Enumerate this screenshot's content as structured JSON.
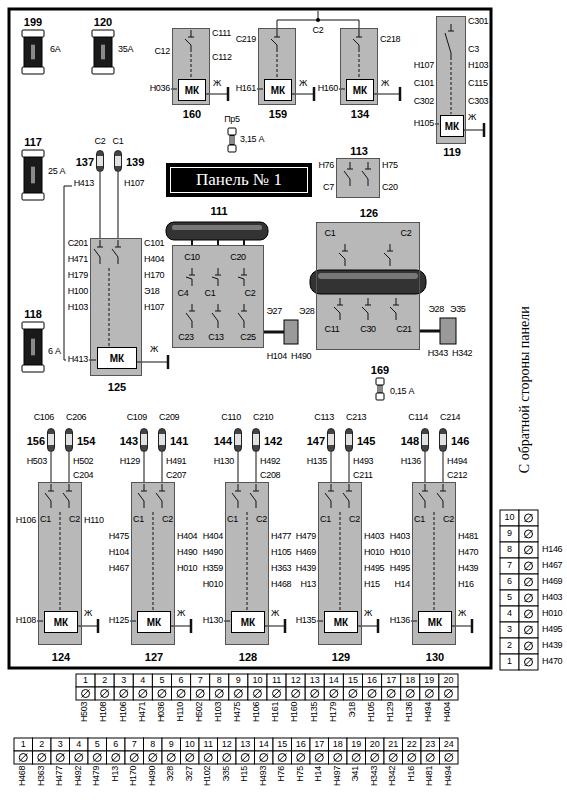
{
  "diagram": {
    "nodes": [
      {
        "text": [
          "160"
        ]
      },
      {
        "text": [
          "МК"
        ],
        "in": 0
      },
      {
        "text": [
          "159"
        ]
      },
      {
        "text": [
          "МК"
        ],
        "in": 2
      },
      {
        "text": [
          "134"
        ]
      },
      {
        "text": [
          "МК"
        ],
        "in": 4
      },
      {
        "text": [
          "119"
        ]
      },
      {
        "text": [
          "МК"
        ],
        "in": 6
      },
      {
        "text": [
          "Панель № 1"
        ]
      },
      {
        "text": [
          "113"
        ]
      },
      {
        "text": [
          "137"
        ]
      },
      {
        "text": [
          "139"
        ]
      },
      {
        "text": [
          "125"
        ]
      },
      {
        "text": [
          "МК"
        ],
        "in": 12
      },
      {
        "text": [
          "111"
        ]
      },
      {
        "text": [
          "126"
        ]
      },
      {
        "text": [
          "156"
        ]
      },
      {
        "text": [
          "154"
        ]
      },
      {
        "text": [
          "143"
        ]
      },
      {
        "text": [
          "141"
        ]
      },
      {
        "text": [
          "144"
        ]
      },
      {
        "text": [
          "142"
        ]
      },
      {
        "text": [
          "147"
        ]
      },
      {
        "text": [
          "145"
        ]
      },
      {
        "text": [
          "148"
        ]
      },
      {
        "text": [
          "146"
        ]
      },
      {
        "text": [
          "124"
        ]
      },
      {
        "text": [
          "МК"
        ],
        "in": 26
      },
      {
        "text": [
          "127"
        ]
      },
      {
        "text": [
          "МК"
        ],
        "in": 28
      },
      {
        "text": [
          "128"
        ]
      },
      {
        "text": [
          "МК"
        ],
        "in": 30
      },
      {
        "text": [
          "129"
        ]
      },
      {
        "text": [
          "МК"
        ],
        "in": 32
      },
      {
        "text": [
          "130"
        ]
      },
      {
        "text": [
          "МК"
        ],
        "in": 34
      }
    ],
    "edges": [
      {
        "from": 10,
        "to": 12,
        "arrow": "none"
      },
      {
        "from": 11,
        "to": 12,
        "arrow": "none"
      },
      {
        "from": 16,
        "to": 26,
        "arrow": "none"
      },
      {
        "from": 17,
        "to": 26,
        "arrow": "none"
      },
      {
        "from": 18,
        "to": 28,
        "arrow": "none"
      },
      {
        "from": 19,
        "to": 28,
        "arrow": "none"
      },
      {
        "from": 20,
        "to": 30,
        "arrow": "none"
      },
      {
        "from": 21,
        "to": 30,
        "arrow": "none"
      },
      {
        "from": 22,
        "to": 32,
        "arrow": "none"
      },
      {
        "from": 23,
        "to": 32,
        "arrow": "none"
      },
      {
        "from": 24,
        "to": 34,
        "arrow": "none"
      },
      {
        "from": 25,
        "to": 34,
        "arrow": "none"
      }
    ],
    "labels": [
      "199",
      "6А",
      "120",
      "35А",
      "117",
      "25 А",
      "118",
      "6 А",
      "С111",
      "С12",
      "С112",
      "Н036",
      "Ж",
      "С219",
      "Н161",
      "Ж",
      "С2",
      "С218",
      "Н160",
      "Ж",
      "С301",
      "С3",
      "Н107",
      "Н103",
      "С101",
      "С115",
      "С302",
      "С303",
      "Н105",
      "Ж",
      "Пр5",
      "3,15 А",
      "Н76",
      "Н75",
      "С7",
      "С20",
      "С2",
      "С1",
      "Н413",
      "Н107",
      "С201",
      "С101",
      "Н471",
      "Н404",
      "Н179",
      "Н170",
      "Н100",
      "Э18",
      "Н103",
      "Н107",
      "Н413",
      "Ж",
      "С10",
      "С20",
      "С4",
      "С1",
      "С2",
      "С23",
      "С13",
      "С25",
      "Э27",
      "Э28",
      "Н104",
      "Н490",
      "С1",
      "С2",
      "С11",
      "С30",
      "С21",
      "Э28",
      "Э35",
      "Н343",
      "Н342",
      "169",
      "0,15 А",
      "С106",
      "С206",
      "Н503",
      "Н502",
      "С204",
      "С1",
      "С2",
      "Н106",
      "Н110",
      "Н108",
      "Ж",
      "С109",
      "С209",
      "Н129",
      "Н491",
      "С207",
      "С1",
      "С2",
      "Н475",
      "Н404",
      "Н104",
      "Н490",
      "Н467",
      "Н010",
      "Н125",
      "Ж",
      "С110",
      "С210",
      "Н130",
      "Н492",
      "С208",
      "С1",
      "С2",
      "Н404",
      "Н477",
      "Н490",
      "Н105",
      "Н359",
      "Н363",
      "Н010",
      "Н468",
      "Н130",
      "Ж",
      "С113",
      "С213",
      "Н135",
      "Н493",
      "С211",
      "С1",
      "С2",
      "Н479",
      "Н403",
      "Н469",
      "Н010",
      "Н439",
      "Н495",
      "Н13",
      "Н15",
      "Н135",
      "Ж",
      "С114",
      "С214",
      "Н136",
      "Н494",
      "С212",
      "С1",
      "С2",
      "Н403",
      "Н481",
      "Н010",
      "Н470",
      "Н495",
      "Н439",
      "Н14",
      "Н16",
      "Н136",
      "Ж",
      "С обратной стороны панели",
      "10",
      "9",
      "8",
      "7",
      "6",
      "5",
      "4",
      "3",
      "2",
      "1",
      "Н146",
      "Н467",
      "Н469",
      "Н403",
      "Н010",
      "Н495",
      "Н439",
      "Н470",
      "1",
      "2",
      "3",
      "4",
      "5",
      "6",
      "7",
      "8",
      "9",
      "10",
      "11",
      "12",
      "13",
      "14",
      "15",
      "16",
      "17",
      "18",
      "19",
      "20",
      "Н503",
      "Н108",
      "Н106",
      "Н471",
      "Н036",
      "Н110",
      "Н502",
      "Н103",
      "Н475",
      "Н106",
      "Н161",
      "Н160",
      "Н135",
      "Н179",
      "Э18",
      "Н105",
      "Н129",
      "Н136",
      "Н494",
      "Н404",
      "1",
      "2",
      "3",
      "4",
      "5",
      "6",
      "7",
      "8",
      "9",
      "10",
      "11",
      "12",
      "13",
      "14",
      "15",
      "16",
      "17",
      "18",
      "19",
      "20",
      "21",
      "22",
      "23",
      "24",
      "Н468",
      "Н363",
      "Н477",
      "Н492",
      "Н479",
      "Н13",
      "Н170",
      "Н490",
      "Э28",
      "Э27",
      "Н102",
      "Э35",
      "Н15",
      "Н493",
      "Н76",
      "Н75",
      "Н14",
      "Н497",
      "Э41",
      "Н343",
      "Н342",
      "Н16",
      "Н481",
      "Н494"
    ]
  }
}
